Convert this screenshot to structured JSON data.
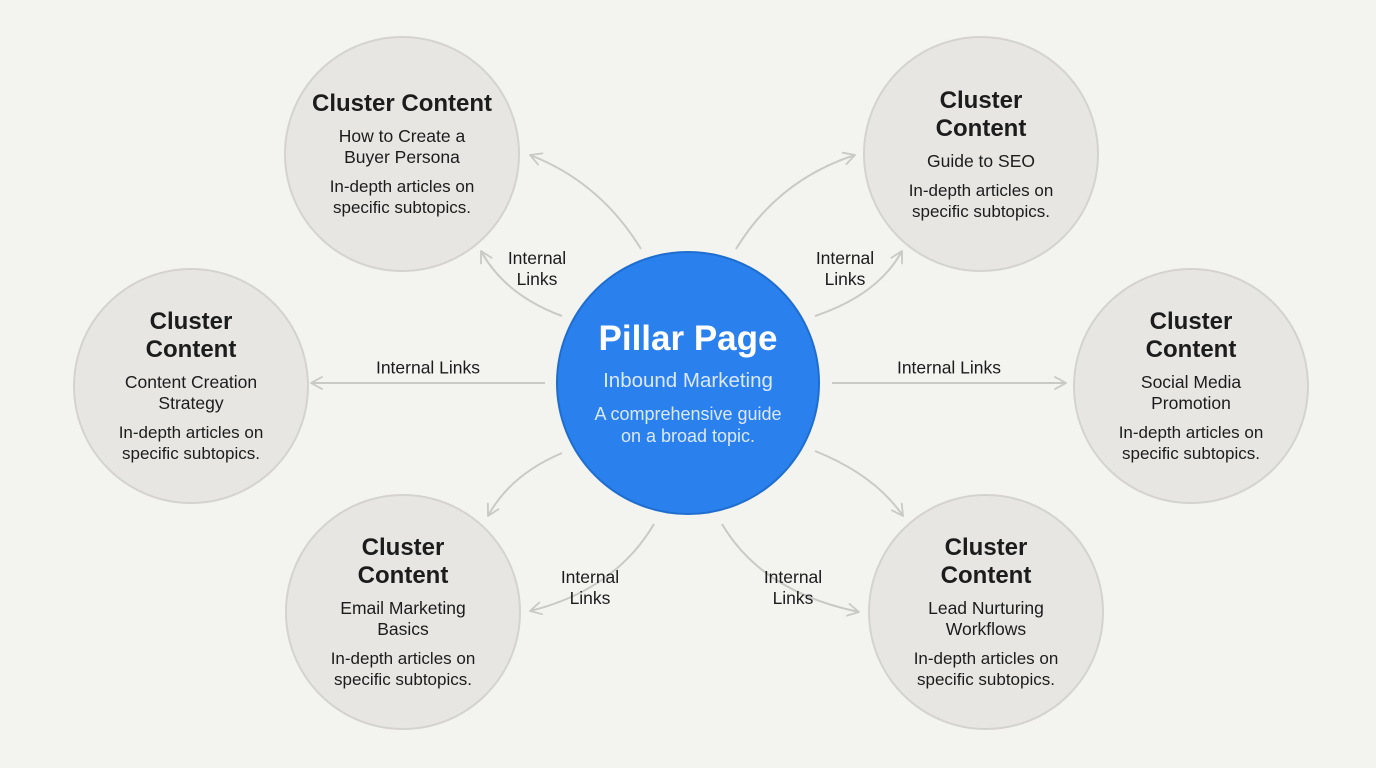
{
  "colors": {
    "background": "#f3f3f0",
    "cluster_fill": "#e7e6e2",
    "cluster_border": "#d4d3cf",
    "pillar_fill": "#2a80ec",
    "connector": "#c9c9c5"
  },
  "pillar": {
    "title": "Pillar Page",
    "topic": "Inbound Marketing",
    "description": "A comprehensive guide\non a broad topic."
  },
  "clusters": [
    {
      "title": "Cluster Content",
      "topic": "How to Create a\nBuyer Persona",
      "description": "In-depth articles on\nspecific subtopics."
    },
    {
      "title": "Cluster\nContent",
      "topic": "Guide to SEO",
      "description": "In-depth articles on\nspecific subtopics."
    },
    {
      "title": "Cluster\nContent",
      "topic": "Content Creation\nStrategy",
      "description": "In-depth articles on\nspecific subtopics."
    },
    {
      "title": "Cluster\nContent",
      "topic": "Social Media\nPromotion",
      "description": "In-depth articles on\nspecific subtopics."
    },
    {
      "title": "Cluster\nContent",
      "topic": "Email Marketing\nBasics",
      "description": "In-depth articles on\nspecific subtopics."
    },
    {
      "title": "Cluster\nContent",
      "topic": "Lead Nurturing\nWorkflows",
      "description": "In-depth articles on\nspecific subtopics."
    }
  ],
  "links": [
    {
      "label": "Internal\nLinks"
    },
    {
      "label": "Internal\nLinks"
    },
    {
      "label": "Internal Links"
    },
    {
      "label": "Internal Links"
    },
    {
      "label": "Internal\nLinks"
    },
    {
      "label": "Internal\nLinks"
    }
  ]
}
